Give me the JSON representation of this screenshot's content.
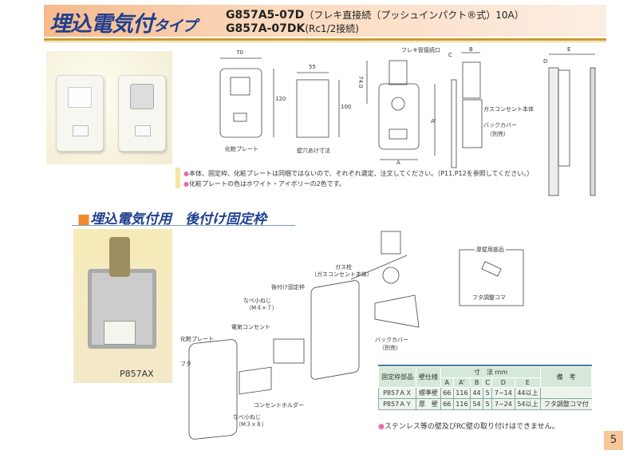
{
  "header": {
    "title_main": "埋込電気付",
    "title_suffix": "タイプ",
    "model1": "G857A5-07D",
    "model1_desc": "（フレキ直接続（プッシュインパクト®式）10A）",
    "model2": "G857A-07DK",
    "model2_desc": "(Rc1/2接続)"
  },
  "drawings": {
    "plate_label": "化粧プレート",
    "plate_w": "70",
    "plate_h": "120",
    "hole_label": "壁穴あけ寸法",
    "hole_w": "55",
    "hole_h": "100",
    "flex_port": "フレキ管接続口",
    "dim_740": "74.0",
    "dim_A": "A",
    "dim_A2": "A'",
    "dim_B": "B",
    "dim_C": "C",
    "dim_D": "D",
    "dim_E": "E",
    "gas_body": "ガスコンセント本体",
    "back_cover": "バックカバー",
    "sold_separately": "（別売）"
  },
  "notes": [
    "本体、固定枠、化粧プレートは同梱ではないので、それぞれ選定、注文してください。（P11,P12を参照してください。）",
    "化粧プレートの色はホワイト・アイボリーの2色です。"
  ],
  "section": {
    "title": "埋込電気付用　後付け固定枠",
    "photo_label": "P857AX"
  },
  "exploded": {
    "gas_valve": "ガス栓",
    "gas_valve_sub": "（ガスコンセント本体）",
    "retrofit_frame": "後付け固定枠",
    "screw1": "なべ小ねじ",
    "screw1_size": "（M４×７）",
    "outlet": "電気コンセント",
    "plate": "化粧プレート",
    "lid": "フタ",
    "back_cover": "バックカバー",
    "back_cover_sub": "（別売）",
    "holder": "コンセントホルダー",
    "screw2": "なべ小ねじ",
    "screw2_size": "（M３×８）",
    "thick_parts": "厚壁用部品",
    "lid_adjust": "フタ調整コマ"
  },
  "table": {
    "h_part": "固定枠部品",
    "h_wall": "壁仕様",
    "h_dim": "寸　法 mm",
    "h_note": "備　考",
    "cols": [
      "A",
      "A'",
      "B",
      "C",
      "D",
      "E"
    ],
    "rows": [
      [
        "P857ＡＸ",
        "標準壁",
        "66",
        "116",
        "44",
        "5",
        "7~14",
        "44以上",
        ""
      ],
      [
        "P857ＡＹ",
        "厚　壁",
        "66",
        "116",
        "54",
        "5",
        "7~24",
        "54以上",
        "フタ調整コマ付"
      ]
    ]
  },
  "bottom_note": "ステンレス等の壁及びRC壁の取り付けはできません。",
  "page_number": "5"
}
